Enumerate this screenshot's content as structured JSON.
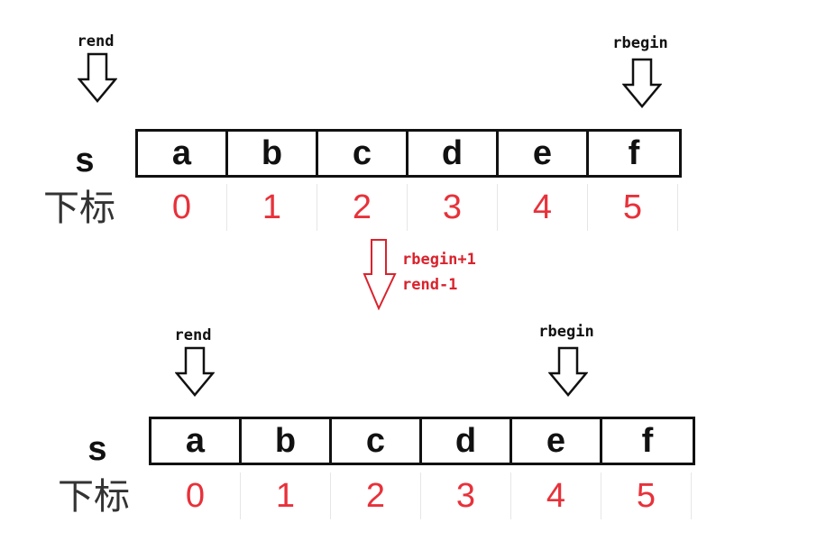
{
  "top": {
    "rend_label": "rend",
    "rbegin_label": "rbegin",
    "string_label": "s",
    "index_label": "下标",
    "chars": [
      "a",
      "b",
      "c",
      "d",
      "e",
      "f"
    ],
    "indices": [
      "0",
      "1",
      "2",
      "3",
      "4",
      "5"
    ]
  },
  "transition": {
    "line1": "rbegin+1",
    "line2": "rend-1"
  },
  "bottom": {
    "rend_label": "rend",
    "rbegin_label": "rbegin",
    "string_label": "s",
    "index_label": "下标",
    "chars": [
      "a",
      "b",
      "c",
      "d",
      "e",
      "f"
    ],
    "indices": [
      "0",
      "1",
      "2",
      "3",
      "4",
      "5"
    ]
  },
  "colors": {
    "index_color": "#e8313a",
    "transition_color": "#d9232d",
    "line_color": "#111111"
  }
}
